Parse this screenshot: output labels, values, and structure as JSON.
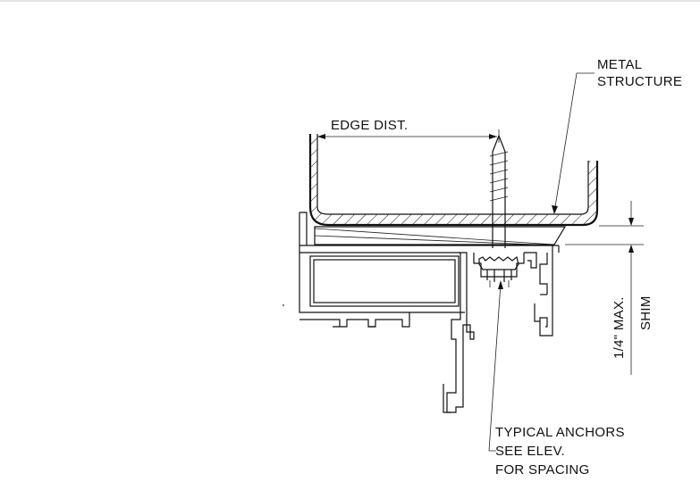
{
  "labels": {
    "metal_structure_line1": "METAL",
    "metal_structure_line2": "STRUCTURE",
    "edge_dist": "EDGE DIST.",
    "shim_max": "1/4\" MAX.",
    "shim": "SHIM",
    "anchors_line1": "TYPICAL ANCHORS",
    "anchors_line2": "SEE ELEV.",
    "anchors_line3": "FOR SPACING"
  },
  "colors": {
    "line": "#111111",
    "background": "#ffffff"
  }
}
